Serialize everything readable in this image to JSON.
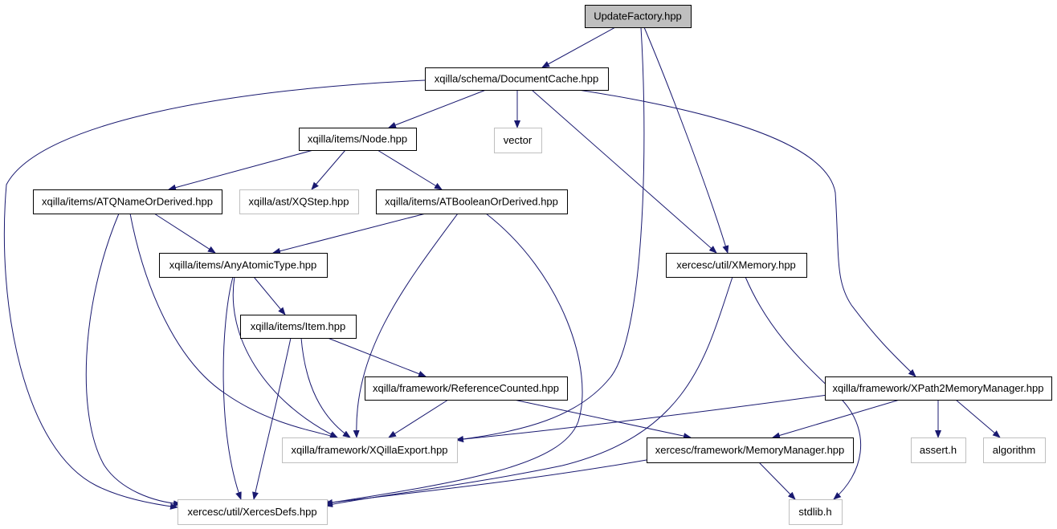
{
  "colors": {
    "edge": "#191970",
    "root_fill": "#bfbfbf",
    "node_border": "#000000",
    "external_border": "#bfbfbf",
    "node_fill": "#ffffff"
  },
  "nodes": [
    {
      "id": "root",
      "label": "UpdateFactory.hpp",
      "kind": "root"
    },
    {
      "id": "doccache",
      "label": "xqilla/schema/DocumentCache.hpp",
      "kind": "doc"
    },
    {
      "id": "node",
      "label": "xqilla/items/Node.hpp",
      "kind": "doc"
    },
    {
      "id": "vector",
      "label": "vector",
      "kind": "external"
    },
    {
      "id": "atqname",
      "label": "xqilla/items/ATQNameOrDerived.hpp",
      "kind": "doc"
    },
    {
      "id": "xqstep",
      "label": "xqilla/ast/XQStep.hpp",
      "kind": "external"
    },
    {
      "id": "atbool",
      "label": "xqilla/items/ATBooleanOrDerived.hpp",
      "kind": "doc"
    },
    {
      "id": "anyatomic",
      "label": "xqilla/items/AnyAtomicType.hpp",
      "kind": "doc"
    },
    {
      "id": "xmemory",
      "label": "xercesc/util/XMemory.hpp",
      "kind": "doc"
    },
    {
      "id": "item",
      "label": "xqilla/items/Item.hpp",
      "kind": "doc"
    },
    {
      "id": "refcount",
      "label": "xqilla/framework/ReferenceCounted.hpp",
      "kind": "doc"
    },
    {
      "id": "xpath2mm",
      "label": "xqilla/framework/XPath2MemoryManager.hpp",
      "kind": "doc"
    },
    {
      "id": "xqillaexport",
      "label": "xqilla/framework/XQillaExport.hpp",
      "kind": "external"
    },
    {
      "id": "memmgr",
      "label": "xercesc/framework/MemoryManager.hpp",
      "kind": "doc"
    },
    {
      "id": "asserth",
      "label": "assert.h",
      "kind": "external"
    },
    {
      "id": "algorithm",
      "label": "algorithm",
      "kind": "external"
    },
    {
      "id": "xercesdefs",
      "label": "xercesc/util/XercesDefs.hpp",
      "kind": "external"
    },
    {
      "id": "stdlib",
      "label": "stdlib.h",
      "kind": "external"
    }
  ],
  "edges": [
    [
      "root",
      "doccache"
    ],
    [
      "root",
      "xqillaexport"
    ],
    [
      "root",
      "xmemory"
    ],
    [
      "doccache",
      "xercesdefs"
    ],
    [
      "doccache",
      "node"
    ],
    [
      "doccache",
      "vector"
    ],
    [
      "doccache",
      "xmemory"
    ],
    [
      "doccache",
      "xpath2mm"
    ],
    [
      "node",
      "atqname"
    ],
    [
      "node",
      "xqstep"
    ],
    [
      "node",
      "atbool"
    ],
    [
      "atqname",
      "anyatomic"
    ],
    [
      "atqname",
      "xqillaexport"
    ],
    [
      "atqname",
      "xercesdefs"
    ],
    [
      "atbool",
      "anyatomic"
    ],
    [
      "atbool",
      "xqillaexport"
    ],
    [
      "atbool",
      "xercesdefs"
    ],
    [
      "anyatomic",
      "item"
    ],
    [
      "anyatomic",
      "xqillaexport"
    ],
    [
      "anyatomic",
      "xercesdefs"
    ],
    [
      "item",
      "refcount"
    ],
    [
      "item",
      "xqillaexport"
    ],
    [
      "item",
      "xercesdefs"
    ],
    [
      "refcount",
      "xqillaexport"
    ],
    [
      "refcount",
      "memmgr"
    ],
    [
      "xmemory",
      "xercesdefs"
    ],
    [
      "xmemory",
      "stdlib"
    ],
    [
      "xpath2mm",
      "xqillaexport"
    ],
    [
      "xpath2mm",
      "memmgr"
    ],
    [
      "xpath2mm",
      "asserth"
    ],
    [
      "xpath2mm",
      "algorithm"
    ],
    [
      "memmgr",
      "xercesdefs"
    ],
    [
      "memmgr",
      "stdlib"
    ]
  ]
}
